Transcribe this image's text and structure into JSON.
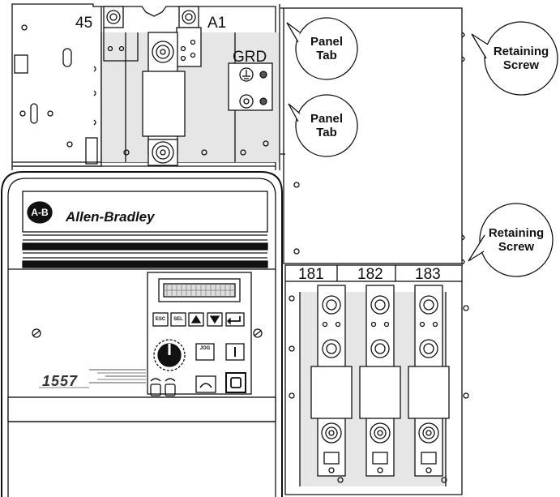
{
  "terminals": {
    "t45": "45",
    "ta1": "A1",
    "grd": "GRD",
    "t181": "181",
    "t182": "182",
    "t183": "183"
  },
  "callouts": {
    "panel_tab_top": [
      "Panel",
      "Tab"
    ],
    "panel_tab_mid": [
      "Panel",
      "Tab"
    ],
    "retaining_screw_top": [
      "Retaining",
      "Screw"
    ],
    "retaining_screw_bottom": [
      "Retaining",
      "Screw"
    ]
  },
  "keypad": {
    "logo": "A-B",
    "brand": "Allen-Bradley",
    "esc": "ESC",
    "sel": "SEL",
    "jog": "JOG",
    "model_mark": "1557"
  }
}
